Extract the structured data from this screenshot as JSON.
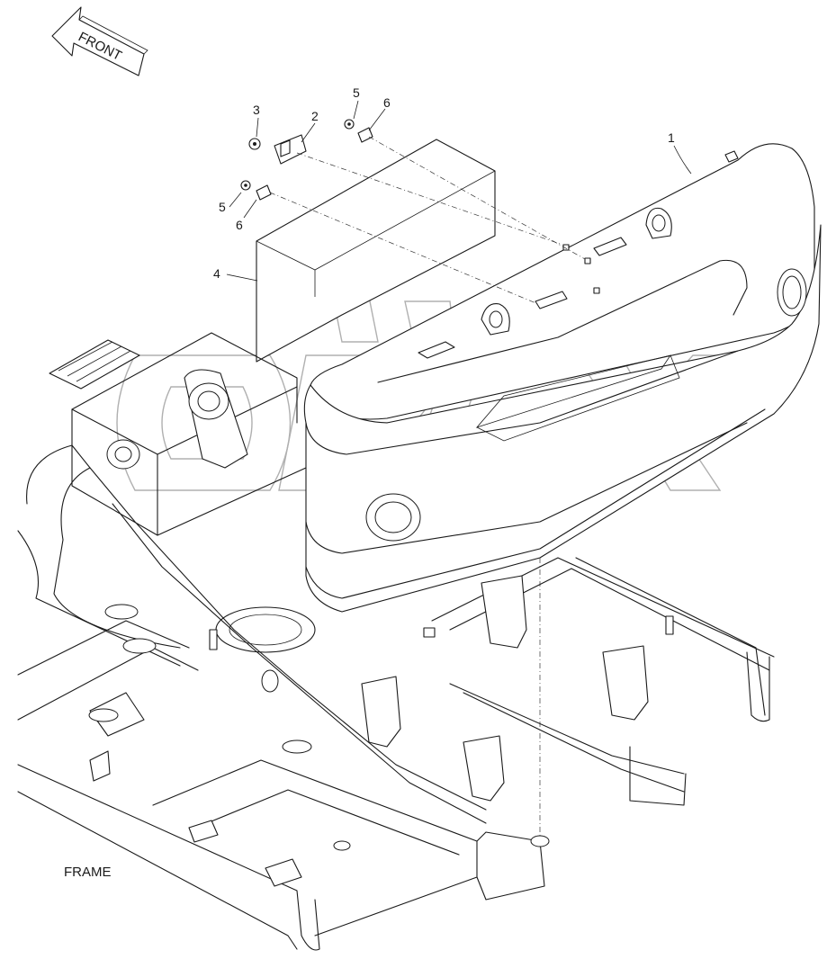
{
  "direction_arrow": {
    "label": "FRONT",
    "icon": "front-arrow-icon"
  },
  "view_label": "FRAME",
  "watermark": {
    "text": "OPEX",
    "icon": "opex-watermark-logo"
  },
  "callouts": [
    {
      "id": "1",
      "label": "1"
    },
    {
      "id": "2",
      "label": "2"
    },
    {
      "id": "3",
      "label": "3"
    },
    {
      "id": "4",
      "label": "4"
    },
    {
      "id": "5a",
      "label": "5"
    },
    {
      "id": "5b",
      "label": "5"
    },
    {
      "id": "6a",
      "label": "6"
    },
    {
      "id": "6b",
      "label": "6"
    }
  ],
  "colors": {
    "line": "#1a1a1a",
    "watermark": "#b0b0b0",
    "background": "#ffffff"
  }
}
